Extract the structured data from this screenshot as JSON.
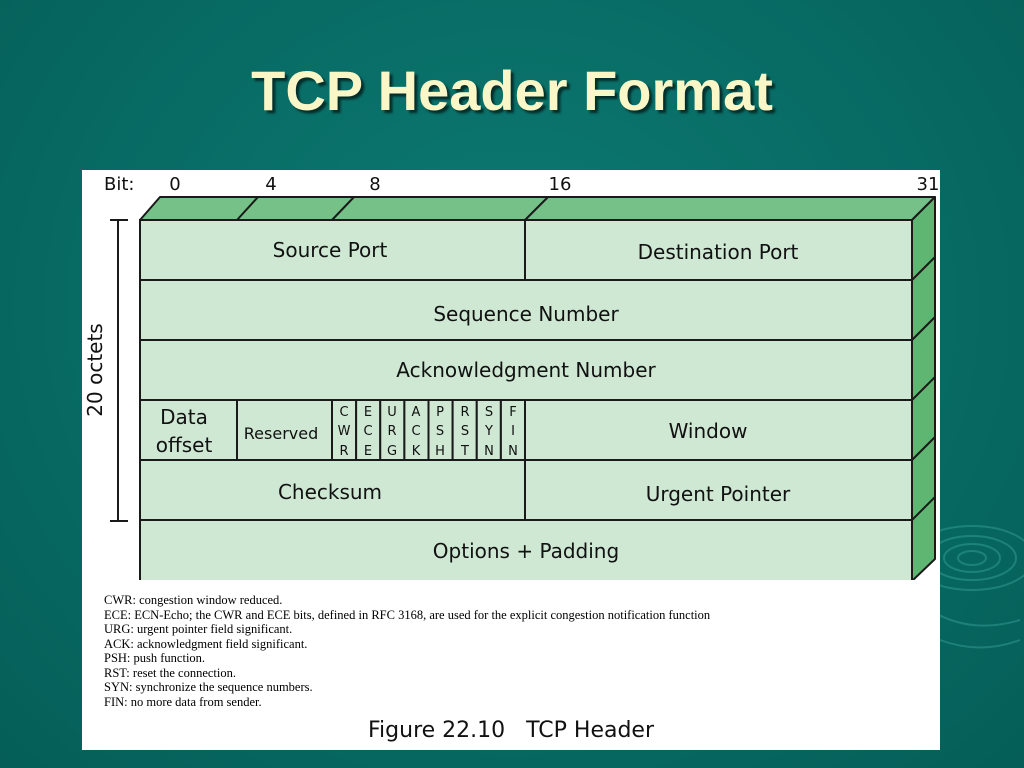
{
  "slide": {
    "title": "TCP Header Format"
  },
  "diagram": {
    "bit_label": "Bit:",
    "bit_marks": [
      "0",
      "4",
      "8",
      "16",
      "31"
    ],
    "side_label": "20 octets",
    "fields": {
      "source_port": "Source Port",
      "destination_port": "Destination Port",
      "sequence_number": "Sequence Number",
      "acknowledgment_number": "Acknowledgment Number",
      "data_offset_line1": "Data",
      "data_offset_line2": "offset",
      "reserved": "Reserved",
      "window": "Window",
      "checksum": "Checksum",
      "urgent_pointer": "Urgent Pointer",
      "options_padding": "Options + Padding"
    },
    "flags": [
      [
        "C",
        "W",
        "R"
      ],
      [
        "E",
        "C",
        "E"
      ],
      [
        "U",
        "R",
        "G"
      ],
      [
        "A",
        "C",
        "K"
      ],
      [
        "P",
        "S",
        "H"
      ],
      [
        "R",
        "S",
        "T"
      ],
      [
        "S",
        "Y",
        "N"
      ],
      [
        "F",
        "I",
        "N"
      ]
    ],
    "colors": {
      "field_fill": "#cfe8d3",
      "top_face": "#76c187",
      "side_face": "#5fb673",
      "stroke": "#1a1a1a"
    }
  },
  "legend": [
    "CWR: congestion window reduced.",
    "ECE: ECN-Echo; the CWR and ECE bits, defined in RFC 3168, are used for the explicit congestion notification function",
    "URG: urgent pointer field significant.",
    "ACK: acknowledgment field significant.",
    "PSH: push function.",
    "RST: reset the connection.",
    "SYN: synchronize the sequence numbers.",
    "FIN: no more data from sender."
  ],
  "caption": "Figure 22.10   TCP Header"
}
